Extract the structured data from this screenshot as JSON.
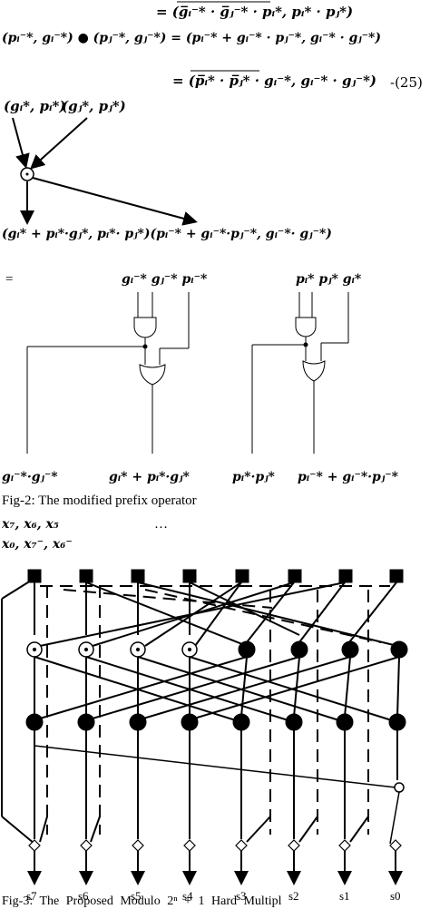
{
  "equations": {
    "line1": "= (g̅ᵢ⁻* · g̅ⱼ⁻* · pᵢ*,  pᵢ* · pⱼ*)",
    "line2": "(pᵢ⁻*, gᵢ⁻*) ● (pⱼ⁻*, gⱼ⁻*) = (pᵢ⁻* + gᵢ⁻* · pⱼ⁻*, gᵢ⁻* · gⱼ⁻*)",
    "line3": "= (p̅ᵢ* · p̅ⱼ* · gᵢ⁻*,  gᵢ⁻* · gⱼ⁻*)",
    "eqnum": "-(25)"
  },
  "operator_diagram": {
    "input_left": "(gᵢ*, pᵢ*)",
    "input_right": "(gⱼ*, pⱼ*)",
    "output": "(gᵢ* + pᵢ*·gⱼ*, pᵢ*· pⱼ*)(pᵢ⁻* + gᵢ⁻*·pⱼ⁻*, gᵢ⁻*· gⱼ⁻*)",
    "equals": "="
  },
  "gate_diagram": {
    "left_inputs": "gᵢ⁻* gⱼ⁻* pᵢ⁻*",
    "right_inputs": "pᵢ* pⱼ*   gᵢ*",
    "outputs": [
      "gᵢ⁻*·gⱼ⁻*",
      "gᵢ* + pᵢ*·gⱼ*",
      "pᵢ*·pⱼ*",
      "pᵢ⁻* + gᵢ⁻*·pⱼ⁻*"
    ]
  },
  "captions": {
    "fig2": "Fig-2: The modified prefix operator",
    "fig3": "Fig-3:  The  Proposed  Modulo  2ⁿ  +  1  Hard  Multipl"
  },
  "operand_lines": {
    "line1": "x₇, x₆, x₅",
    "ellipsis": "…",
    "line2": "x₀, x₇⁻, x₆⁻"
  },
  "network": {
    "outputs": [
      "s7",
      "s6",
      "s5",
      "s4",
      "s3",
      "s2",
      "s1",
      "s0"
    ]
  }
}
